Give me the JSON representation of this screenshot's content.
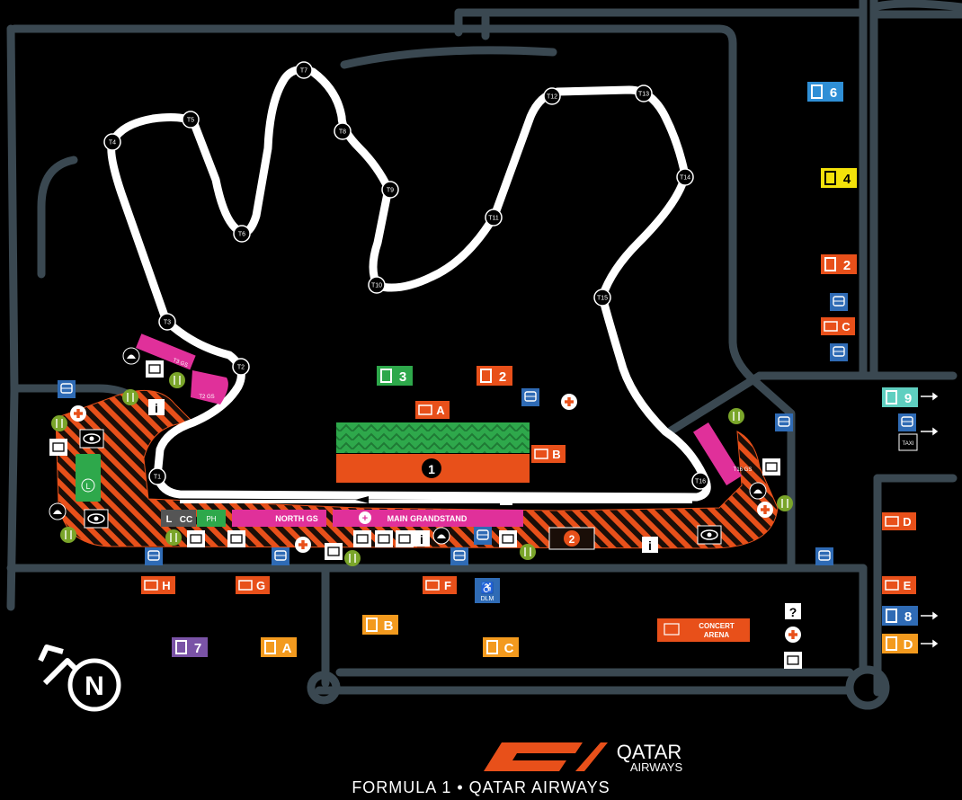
{
  "turns": [
    "T1",
    "T2",
    "T3",
    "T4",
    "T5",
    "T6",
    "T7",
    "T8",
    "T9",
    "T10",
    "T11",
    "T12",
    "T13",
    "T14",
    "T15",
    "T16"
  ],
  "parking": [
    {
      "label": "6",
      "color": "#2f8fd6"
    },
    {
      "label": "4",
      "color": "#f3e20a"
    },
    {
      "label": "2",
      "color": "#e8501a"
    },
    {
      "label": "3",
      "color": "#2ea84b"
    },
    {
      "label": "2",
      "color": "#e8501a"
    },
    {
      "label": "9",
      "color": "#5fcfc0"
    },
    {
      "label": "B",
      "color": "#f39a1e"
    },
    {
      "label": "C",
      "color": "#f39a1e"
    },
    {
      "label": "A",
      "color": "#f39a1e"
    },
    {
      "label": "7",
      "color": "#7a53a6"
    },
    {
      "label": "8",
      "color": "#2f6bb5"
    },
    {
      "label": "D",
      "color": "#f39a1e"
    }
  ],
  "gates": [
    "A",
    "B",
    "C",
    "D",
    "E",
    "F",
    "G",
    "H"
  ],
  "grandstand_numbers": [
    "1",
    "2"
  ],
  "zones": {
    "t3gs": "T3 GS",
    "t2gs": "T2 GS",
    "t16gs": "T16 GS",
    "north_gs": "NORTH GS",
    "main_grandstand": "MAIN GRANDSTAND",
    "concert_arena": [
      "CONCERT",
      "ARENA"
    ],
    "l": "L",
    "cc": "CC",
    "ph": "PH",
    "dlm": "DLM",
    "taxi": "TAXI"
  },
  "north_label": "N",
  "brand": {
    "qatar": "QATAR",
    "airways": "AIRWAYS",
    "f1": "F1"
  },
  "footer": "FORMULA 1 • QATAR AIRWAYS",
  "colors": {
    "road": "#3a4851",
    "track": "#ffffff",
    "zone_orange": "#e8501a",
    "zone_pink": "#e0309a",
    "green": "#2ea84b",
    "icon_blue": "#2f6bb5"
  }
}
